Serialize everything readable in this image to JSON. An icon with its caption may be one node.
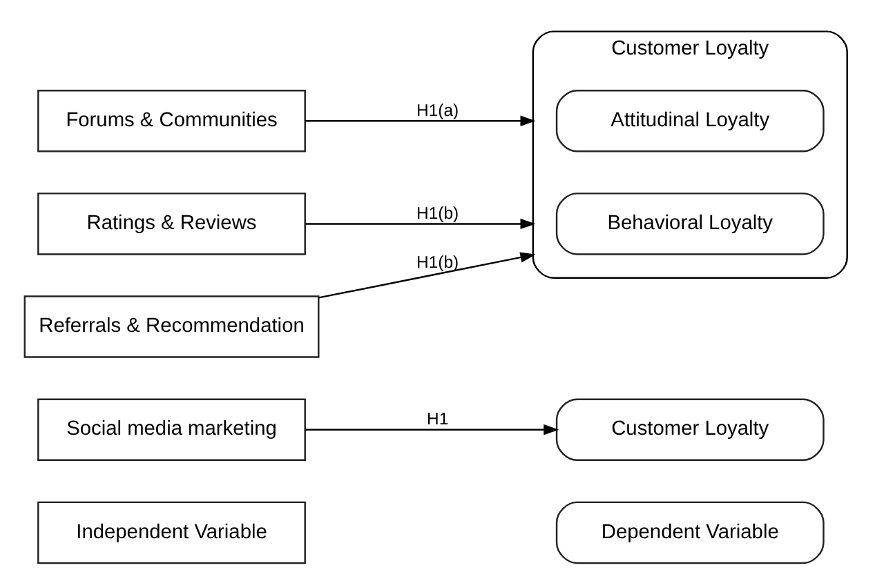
{
  "diagram": {
    "nodes": [
      {
        "text": [
          "Independent Variable"
        ]
      },
      {
        "text": [
          "Dependent Variable"
        ]
      },
      {
        "text": [
          "Social media marketing"
        ]
      },
      {
        "text": [
          "Customer Loyalty"
        ]
      },
      {
        "text": [
          "Forums & Communities"
        ]
      },
      {
        "text": [
          "Ratings & Reviews"
        ]
      },
      {
        "text": [
          "Referrals & Recommendation"
        ]
      },
      {
        "text": [
          "Customer Loyalty"
        ]
      },
      {
        "text": [
          "Attitudinal Loyalty"
        ],
        "in": 7
      },
      {
        "text": [
          "Behavioral Loyalty"
        ],
        "in": 7
      }
    ],
    "edges": [
      {
        "from": 2,
        "to": 3,
        "arrow": "to",
        "label": "H1"
      },
      {
        "from": 4,
        "to": 8,
        "arrow": "to",
        "label": "H1(a)"
      },
      {
        "from": 5,
        "to": 9,
        "arrow": "to",
        "label": "H1(b)"
      },
      {
        "from": 6,
        "to": 9,
        "arrow": "to",
        "label": "H1(b)"
      }
    ]
  }
}
